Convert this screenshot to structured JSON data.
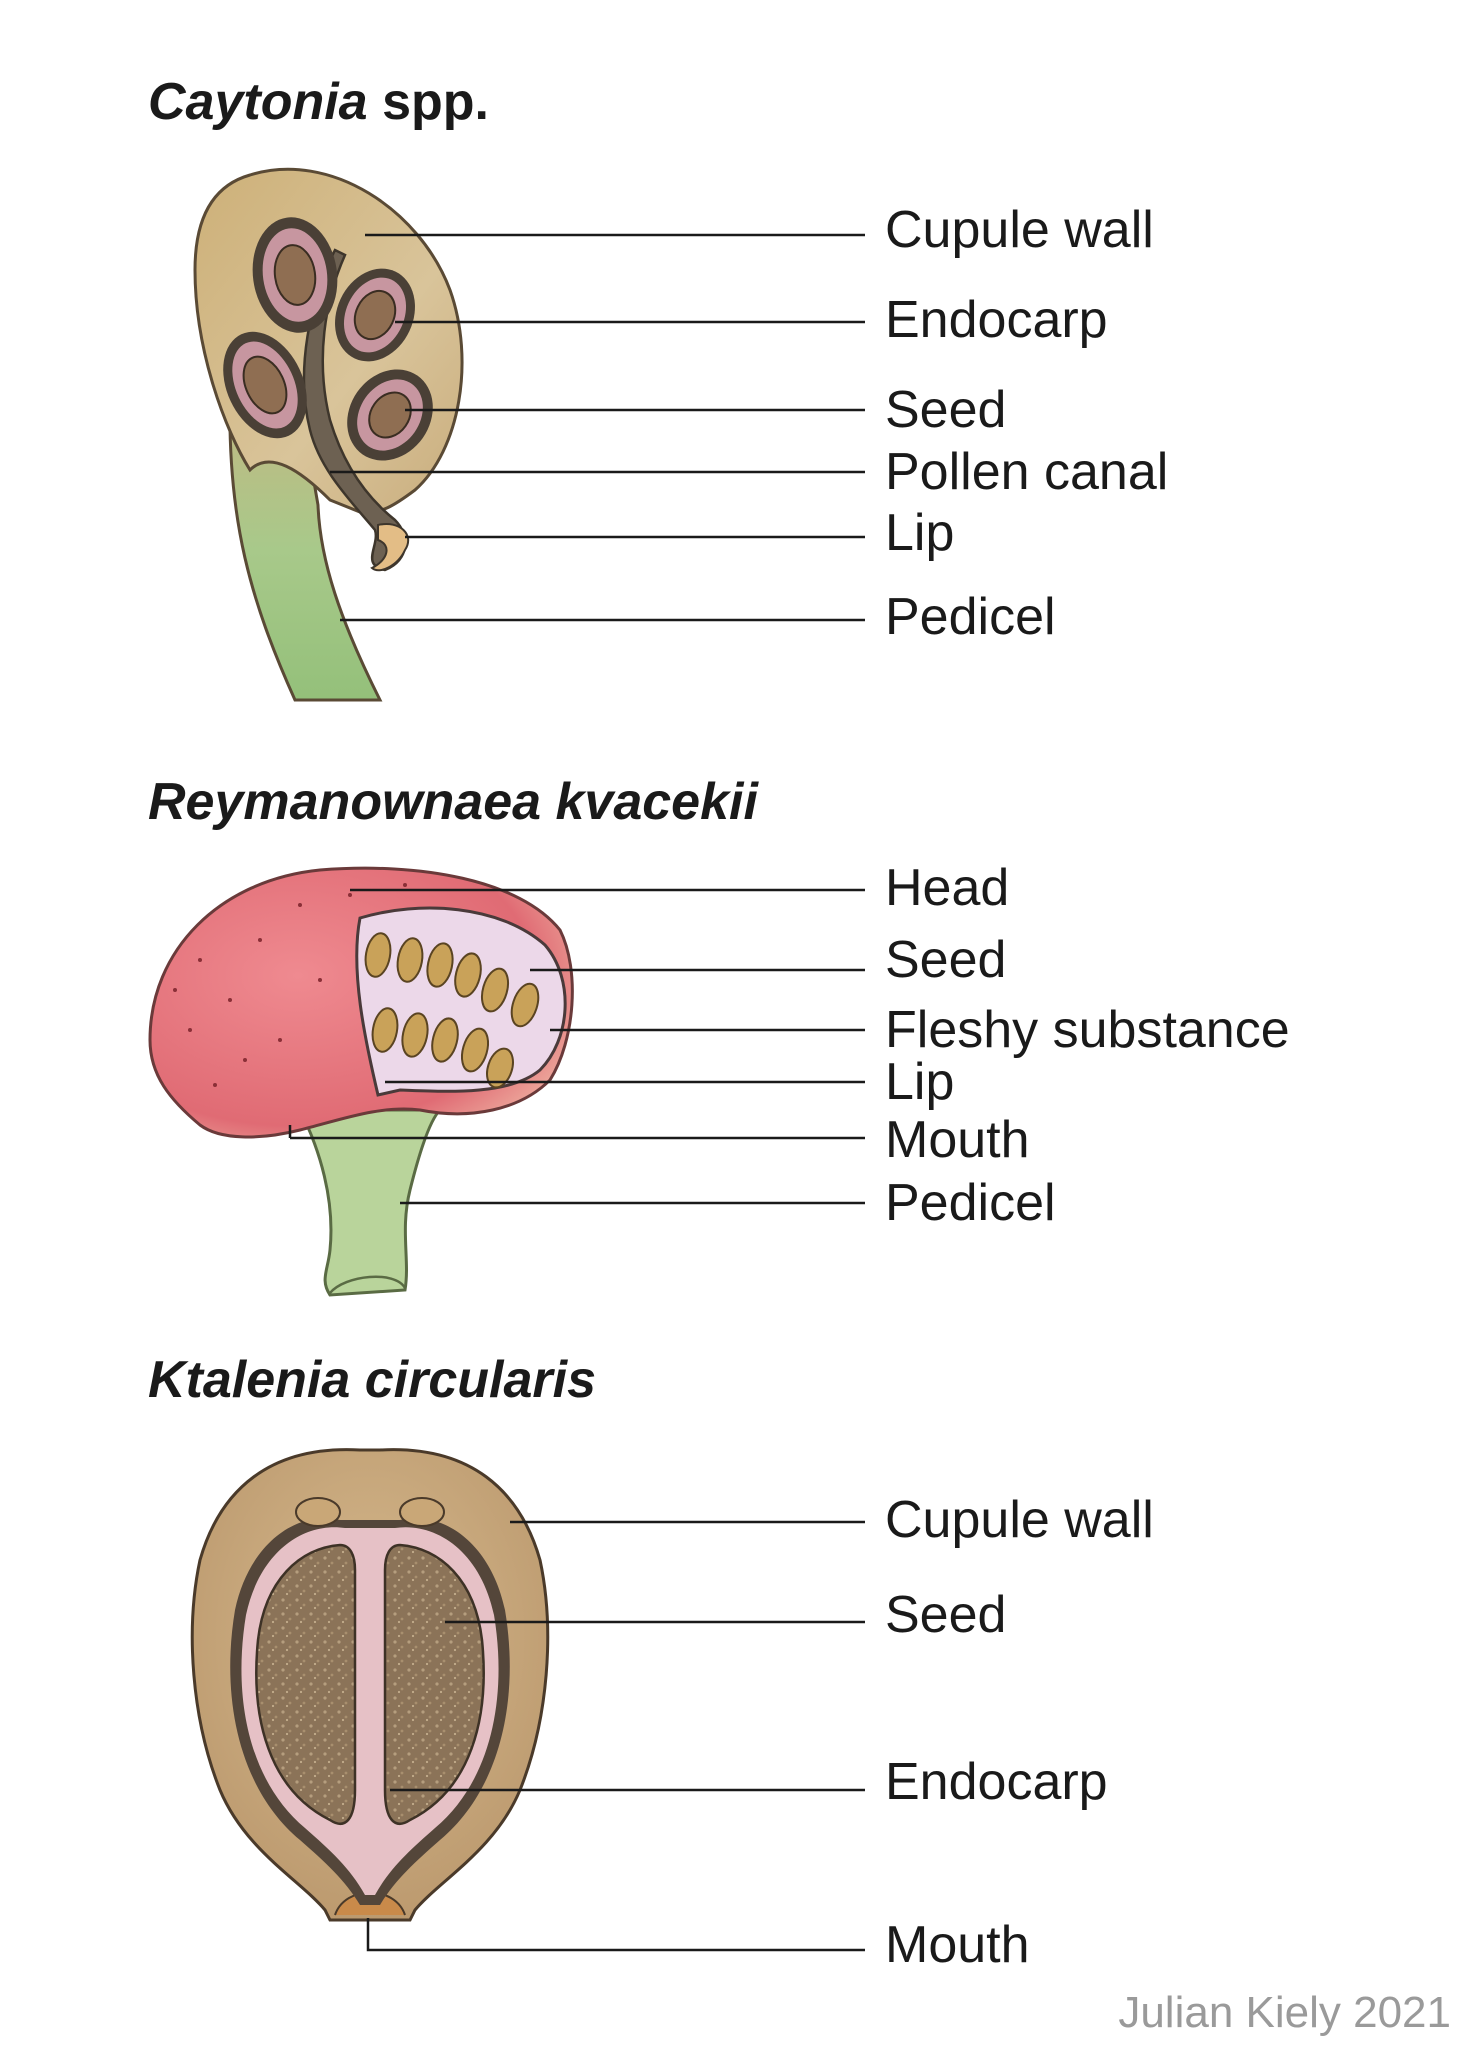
{
  "credit": "Julian Kiely 2021",
  "colors": {
    "caytonia_outer": "#bfa373",
    "reymanownaea_head": "#e4737c",
    "ktalenia_wall": "#c8a77f",
    "pedicel_green": "#9cc37c"
  },
  "panels": [
    {
      "genus": "Caytonia",
      "epithet": "spp.",
      "labels": [
        "Cupule wall",
        "Endocarp",
        "Seed",
        "Pollen canal",
        "Lip",
        "Pedicel"
      ]
    },
    {
      "genus": "Reymanownaea kvacekii",
      "epithet": "",
      "labels": [
        "Head",
        "Seed",
        "Fleshy substance",
        "Lip",
        "Mouth",
        "Pedicel"
      ]
    },
    {
      "genus": "Ktalenia circularis",
      "epithet": "",
      "labels": [
        "Cupule wall",
        "Seed",
        "Endocarp",
        "Mouth"
      ]
    }
  ]
}
